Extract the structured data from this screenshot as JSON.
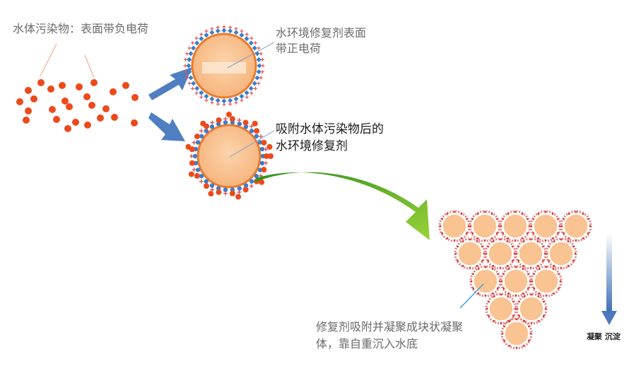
{
  "labels": {
    "pollutant": "水体污染物：表面带负电荷",
    "agent_line1": "水环境修复剂表面",
    "agent_line2": "带正电荷",
    "adsorbed_line1": "吸附水体污染物后的",
    "adsorbed_line2": "水环境修复剂",
    "aggregate_line1": "修复剂吸附并凝聚成块状凝聚",
    "aggregate_line2": "体，靠自重沉入水底",
    "settle": "凝聚 沉淀"
  },
  "colors": {
    "particle": "#ec4a1c",
    "sphere_fill": "#f9c392",
    "sphere_stroke": "#ec7a2c",
    "blue_charge": "#3a7fd0",
    "arrow_blue": "#4f7ec2",
    "arrow_green": "#5fb52a",
    "settle_arrow": "#4c79bd",
    "leader_blue": "#3ea3d6"
  }
}
